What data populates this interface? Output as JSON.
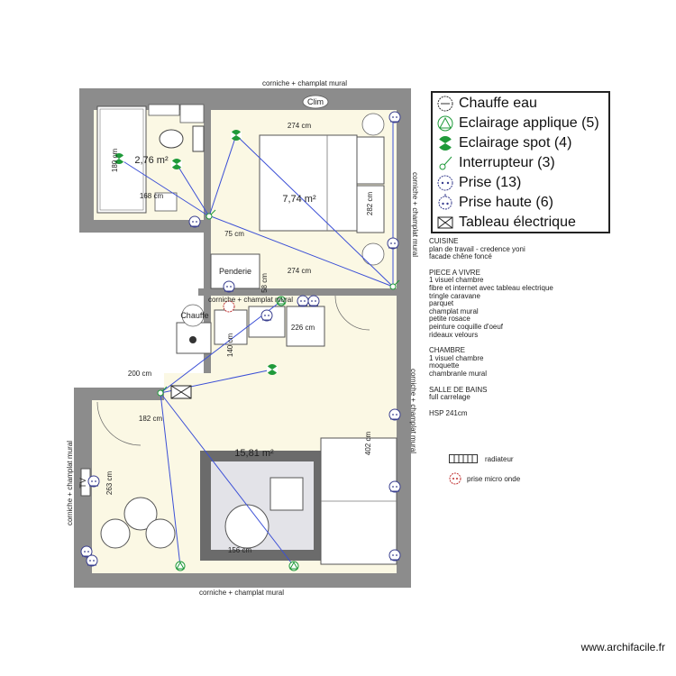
{
  "plan": {
    "cornice_top": "corniche + champlat mural",
    "cornice_right_upper": "corniche + champlat mural",
    "cornice_right_lower": "corniche + champlat mural",
    "cornice_bottom": "corniche + champlat mural",
    "cornice_left": "corniche + champlat mural",
    "cornice_middle": "corniche + champlat mural",
    "bath_area": "2,76 m²",
    "bedroom_area": "7,74 m²",
    "living_area": "15,81 m²",
    "dim_274_top": "274 cm",
    "dim_274_mid": "274 cm",
    "dim_75": "75 cm",
    "dim_58": "58 cm",
    "dim_282": "282 cm",
    "dim_168": "168 cm",
    "dim_180": "180 cm",
    "dim_226": "226 cm",
    "dim_140": "140 cm",
    "dim_200": "200 cm",
    "dim_182": "182 cm",
    "dim_402": "402 cm",
    "dim_263": "263 cm",
    "dim_156": "156 cm",
    "clim": "Clim",
    "penderie": "Penderie",
    "chauffe": "Chauffe",
    "tv": "TV"
  },
  "legend": {
    "items": [
      {
        "label": "Chauffe eau",
        "icon": "water-heater-icon"
      },
      {
        "label": "Eclairage applique (5)",
        "icon": "wall-light-icon"
      },
      {
        "label": "Eclairage spot (4)",
        "icon": "spot-light-icon"
      },
      {
        "label": "Interrupteur (3)",
        "icon": "switch-icon"
      },
      {
        "label": "Prise (13)",
        "icon": "outlet-icon"
      },
      {
        "label": "Prise haute (6)",
        "icon": "high-outlet-icon"
      },
      {
        "label": "Tableau électrique",
        "icon": "electric-panel-icon"
      }
    ]
  },
  "notes": {
    "sections": [
      {
        "lines": [
          "CUISINE",
          "plan de travail - credence yoni",
          "facade chêne foncé"
        ]
      },
      {
        "lines": [
          "PIECE A VIVRE",
          "1 visuel chambre",
          "fibre et internet avec tableau electrique",
          "tringle caravane",
          "parquet",
          "champlat mural",
          "petite rosace",
          "peinture coquille d'oeuf",
          "rideaux velours"
        ]
      },
      {
        "lines": [
          "CHAMBRE",
          "1 visuel chambre",
          "moquette",
          "chambranle mural"
        ]
      },
      {
        "lines": [
          "SALLE DE BAINS",
          "full carrelage"
        ]
      },
      {
        "lines": [
          "HSP 241cm"
        ]
      }
    ]
  },
  "small_legend": {
    "radiator": "radiateur",
    "microwave": "prise micro onde"
  },
  "footer": "www.archifacile.fr",
  "colors": {
    "wall": "#8c8c8c",
    "floor": "#fbf8e4",
    "wire": "#3b4fd6",
    "spot": "#1f9a3a",
    "outlet": "#3a3f8f"
  }
}
